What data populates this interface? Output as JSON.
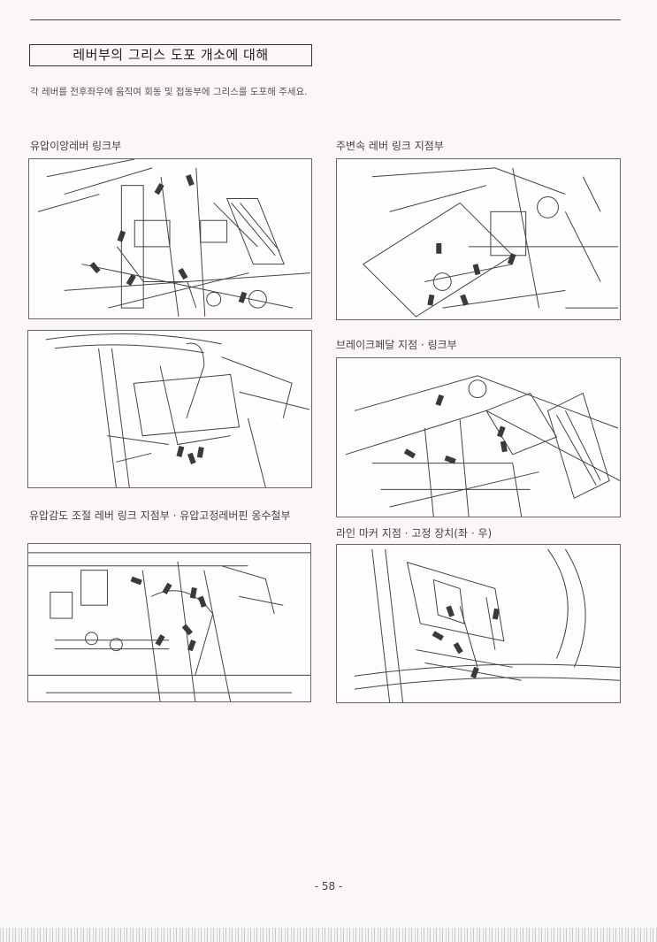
{
  "section_title": "레버부의 그리스 도포 개소에 대해",
  "intro_text": "각 레버를 전후좌우에 움직여 회동 및 접동부에 그리스를 도포해 주세요.",
  "figures": [
    {
      "caption": "유압이앙레버 링크부"
    },
    {
      "caption": "주변속 레버 링크 지점부"
    },
    {
      "caption": ""
    },
    {
      "caption": "브레이크페달 지점 · 링크부"
    },
    {
      "caption": "유압감도 조절 레버 링크 지점부 · 유압고정레버핀 옹수철부"
    },
    {
      "caption": "라인 마커 지점 · 고정 장치(좌 · 우)"
    }
  ],
  "page_number": "- 58 -",
  "colors": {
    "background": "#fbf6f7",
    "line_art": "#333333",
    "grease_marker": "#3a3a3a"
  }
}
